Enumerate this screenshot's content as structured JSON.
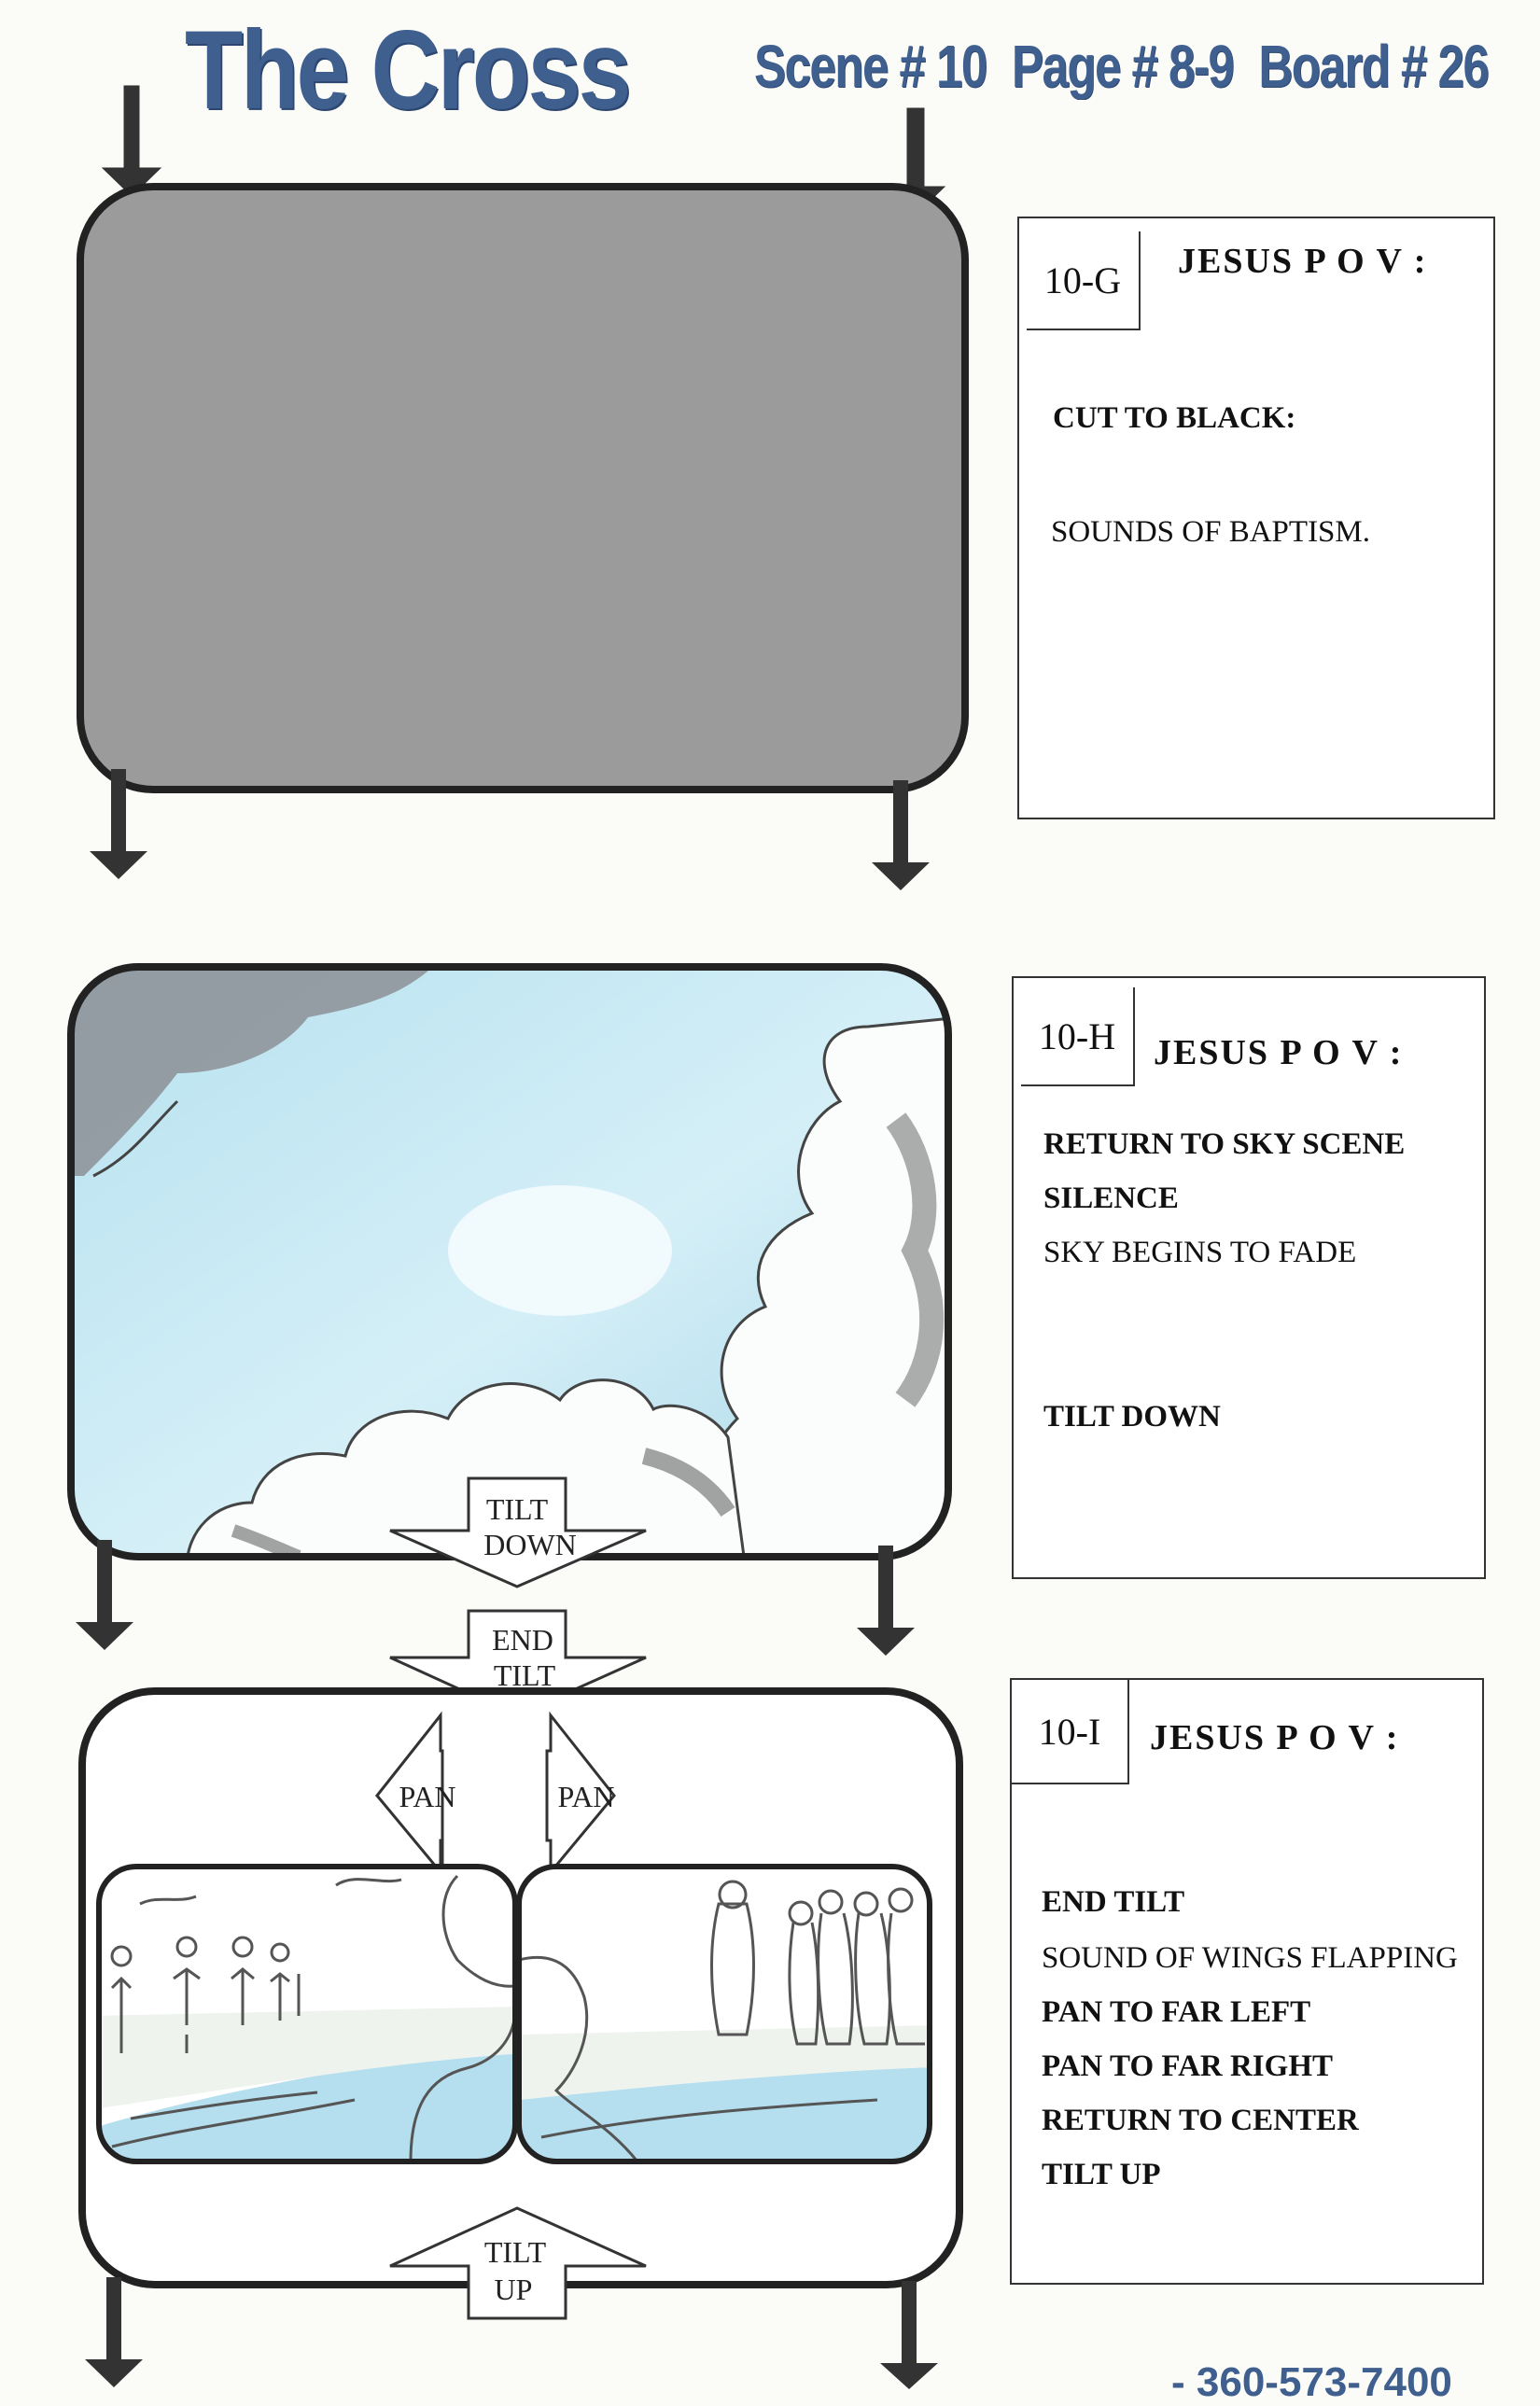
{
  "header": {
    "title": "The Cross",
    "scene": "Scene # 10",
    "page": "Page # 8-9",
    "board": "Board # 26"
  },
  "panels": [
    {
      "id": "10-G",
      "pov": "JESUS  P O V :",
      "lines": [
        {
          "text": "CUT TO BLACK:",
          "bold": true
        },
        {
          "text": "SOUNDS OF BAPTISM.",
          "bold": false
        }
      ]
    },
    {
      "id": "10-H",
      "pov": "JESUS P O V :",
      "lines": [
        {
          "text": "RETURN TO SKY SCENE",
          "bold": true
        },
        {
          "text": "SILENCE",
          "bold": true
        },
        {
          "text": "SKY BEGINS TO FADE",
          "bold": false
        },
        {
          "text": "TILT DOWN",
          "bold": true
        }
      ]
    },
    {
      "id": "10-I",
      "pov": "JESUS   P O V :",
      "lines": [
        {
          "text": "END TILT",
          "bold": true
        },
        {
          "text": "SOUND OF WINGS FLAPPING",
          "bold": false
        },
        {
          "text": "PAN TO FAR LEFT",
          "bold": true
        },
        {
          "text": "PAN TO FAR RIGHT",
          "bold": true
        },
        {
          "text": "RETURN TO CENTER",
          "bold": true
        },
        {
          "text": "TILT UP",
          "bold": true
        }
      ]
    }
  ],
  "camera_arrows": {
    "tilt_down": [
      "TILT",
      "DOWN"
    ],
    "end_tilt": [
      "END",
      "TILT"
    ],
    "pan_left": "PAN",
    "pan_right": "PAN",
    "tilt_up": [
      "TILT",
      "UP"
    ]
  },
  "footer": {
    "phone_partial": "- 360-573-7400"
  },
  "colors": {
    "title_blue": "#3f5f8f",
    "black_frame": "#9b9b9b",
    "sky": "#a9d9ea"
  }
}
